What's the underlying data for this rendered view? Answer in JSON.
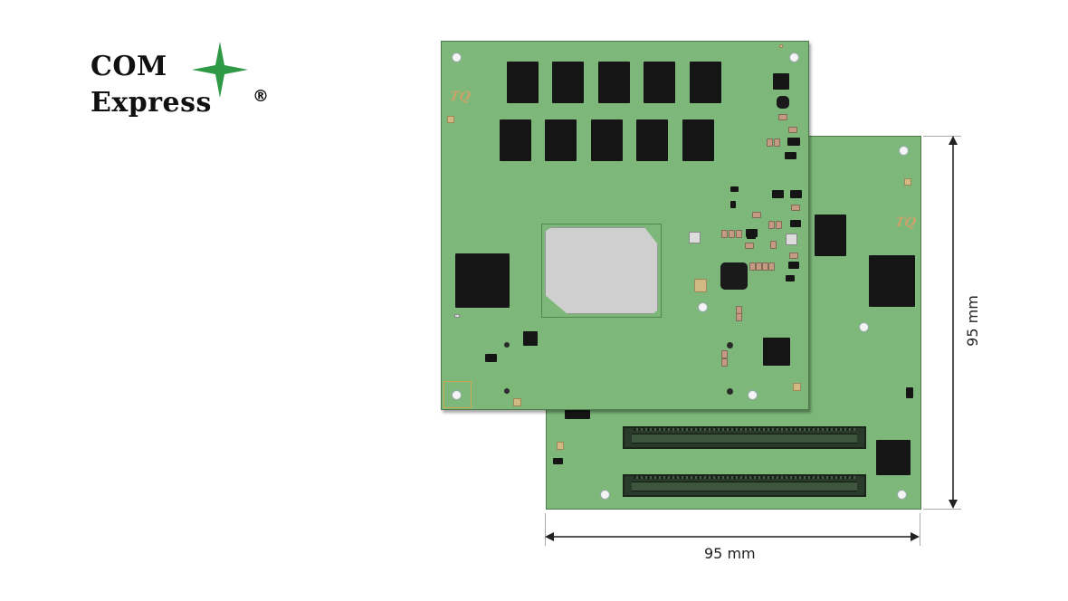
{
  "logo": {
    "line1": "COM",
    "line2": "Express",
    "registered": "®",
    "star_color": "#2f9a45"
  },
  "board": {
    "pcb_color": "#7db87a",
    "silkscreen_front": "TQ",
    "silkscreen_back": "TQ"
  },
  "dimensions": {
    "width_label": "95 mm",
    "height_label": "95 mm"
  }
}
